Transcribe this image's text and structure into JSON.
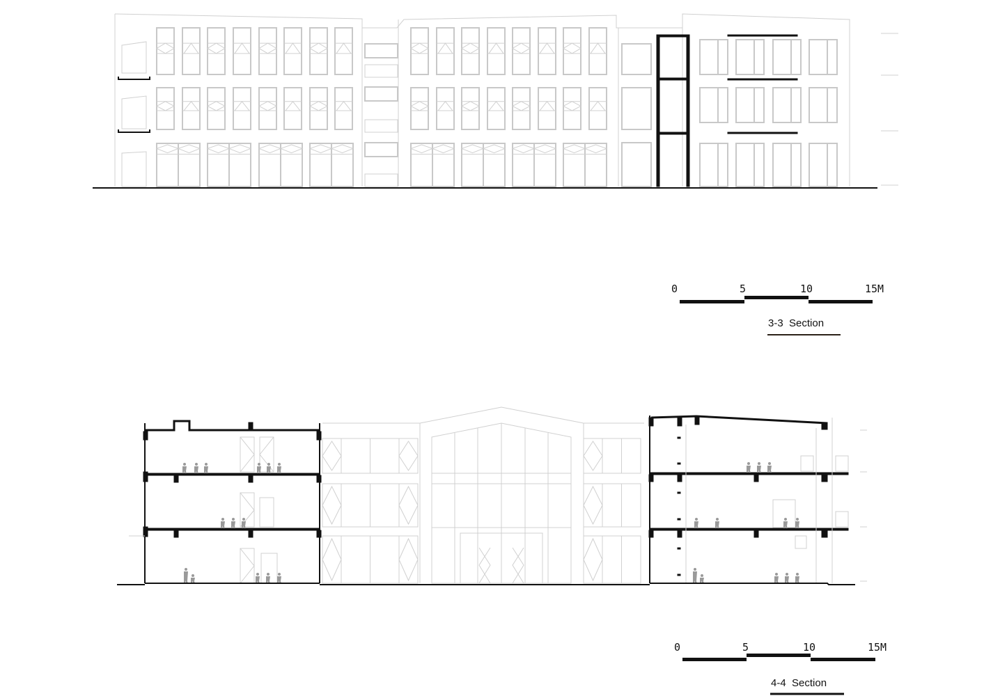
{
  "drawings": [
    {
      "id": "elevation-3-3",
      "title": "3-3  Section",
      "scale_bar": {
        "ticks": [
          "0",
          "5",
          "10",
          "15M"
        ],
        "unit": "M",
        "max": 15,
        "step": 5
      },
      "floors": 3
    },
    {
      "id": "section-4-4",
      "title": "4-4  Section",
      "scale_bar": {
        "ticks": [
          "0",
          "5",
          "10",
          "15M"
        ],
        "unit": "M",
        "max": 15,
        "step": 5
      },
      "floors": 3
    }
  ],
  "colors": {
    "ink": "#111111",
    "light_line": "#d0d0d0",
    "figure": "#9a9a9a",
    "title_underline": "#2b2118"
  }
}
